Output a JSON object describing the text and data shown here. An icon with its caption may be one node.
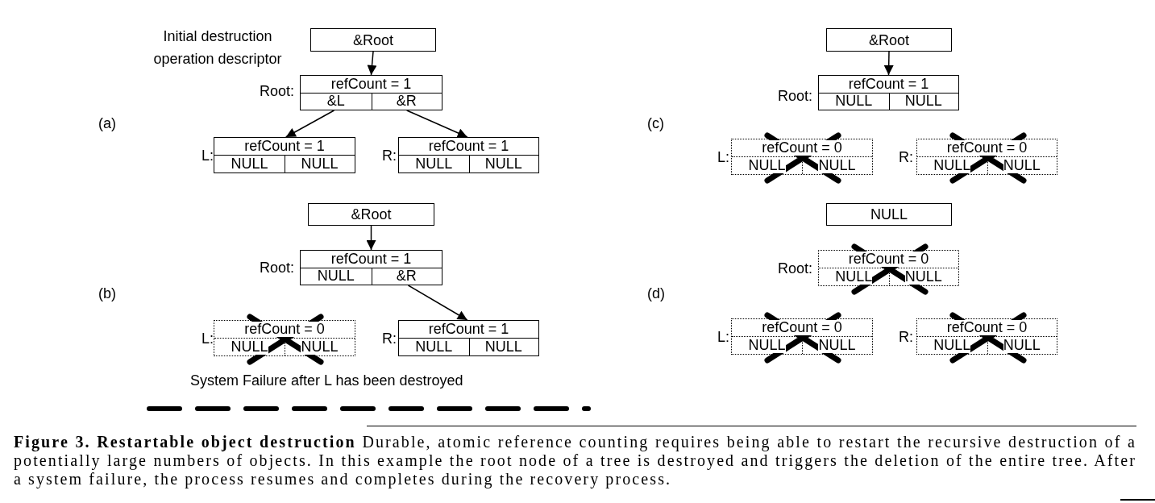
{
  "diagram": {
    "caption": "**Figure 3.  Restartable object destruction** Durable, atomic reference counting requires being able to restart the recursive destruction of a potentially large numbers of objects. In this example the root node of a tree is destroyed and triggers the deletion of the entire tree. After a system failure, the process resumes and completes during the recovery process.",
    "nodes": [
      {
        "text": [
          "&Root"
        ],
        "beside": [
          "Initial destruction operation descriptor"
        ]
      },
      {
        "text": [
          "refCount = 1",
          "&L",
          "&R"
        ],
        "beside": [
          "Root:"
        ]
      },
      {
        "text": [
          "refCount = 1",
          "NULL",
          "NULL"
        ],
        "beside": [
          "L:"
        ]
      },
      {
        "text": [
          "refCount = 1",
          "NULL",
          "NULL"
        ],
        "beside": [
          "R:"
        ]
      },
      {
        "text": [
          "&Root"
        ]
      },
      {
        "text": [
          "refCount = 1",
          "NULL",
          "&R"
        ],
        "beside": [
          "Root:"
        ]
      },
      {
        "text": [
          "refCount = 0",
          "NULL",
          "NULL"
        ],
        "beside": [
          "L:"
        ]
      },
      {
        "text": [
          "refCount = 1",
          "NULL",
          "NULL"
        ],
        "beside": [
          "R:"
        ]
      },
      {
        "text": [
          "&Root"
        ]
      },
      {
        "text": [
          "refCount = 1",
          "NULL",
          "NULL"
        ],
        "beside": [
          "Root:"
        ]
      },
      {
        "text": [
          "refCount = 0",
          "NULL",
          "NULL"
        ],
        "beside": [
          "L:"
        ]
      },
      {
        "text": [
          "refCount = 0",
          "NULL",
          "NULL"
        ],
        "beside": [
          "R:"
        ]
      },
      {
        "text": [
          "NULL"
        ]
      },
      {
        "text": [
          "refCount = 0",
          "NULL",
          "NULL"
        ],
        "beside": [
          "Root:"
        ]
      },
      {
        "text": [
          "refCount = 0",
          "NULL",
          "NULL"
        ],
        "beside": [
          "L:"
        ]
      },
      {
        "text": [
          "refCount = 0",
          "NULL",
          "NULL"
        ],
        "beside": [
          "R:"
        ]
      }
    ],
    "edges": [
      {
        "from": 0,
        "to": 1,
        "arrow": "to"
      },
      {
        "from": 1,
        "to": 2,
        "arrow": "to"
      },
      {
        "from": 1,
        "to": 3,
        "arrow": "to"
      },
      {
        "from": 4,
        "to": 5,
        "arrow": "to"
      },
      {
        "from": 5,
        "to": 7,
        "arrow": "to"
      },
      {
        "from": 8,
        "to": 9,
        "arrow": "to"
      }
    ],
    "labels": [
      "(a)",
      "(b)",
      "(c)",
      "(d)",
      "System Failure after L has been destroyed"
    ]
  }
}
